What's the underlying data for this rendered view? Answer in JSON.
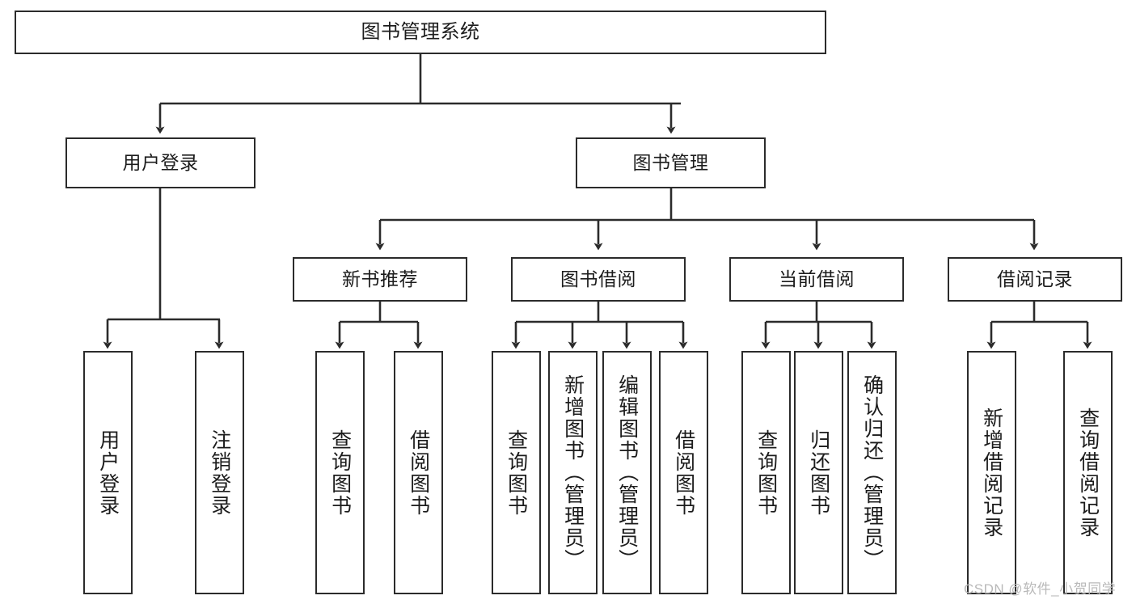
{
  "diagram": {
    "type": "tree",
    "title": "图书管理系统",
    "watermark": "CSDN @软件_小贺同学",
    "colors": {
      "box_border": "#2b2b2b",
      "box_fill": "#ffffff",
      "edge": "#2b2b2b",
      "text": "#1c1c1c",
      "watermark": "#b9b9b9",
      "background": "#ffffff"
    },
    "levels": {
      "root": {
        "label": "图书管理系统"
      },
      "level2": [
        {
          "label": "用户登录"
        },
        {
          "label": "图书管理"
        }
      ],
      "level3": [
        {
          "label": "新书推荐"
        },
        {
          "label": "图书借阅"
        },
        {
          "label": "当前借阅"
        },
        {
          "label": "借阅记录"
        }
      ],
      "leaves": {
        "user_login": [
          {
            "label": "用户登录"
          },
          {
            "label": "注销登录"
          }
        ],
        "new_book_recommend": [
          {
            "label": "查询图书"
          },
          {
            "label": "借阅图书"
          }
        ],
        "book_borrow": [
          {
            "label": "查询图书"
          },
          {
            "label": "新增图书（管理员）"
          },
          {
            "label": "编辑图书（管理员）"
          },
          {
            "label": "借阅图书"
          }
        ],
        "current_borrow": [
          {
            "label": "查询图书"
          },
          {
            "label": "归还图书"
          },
          {
            "label": "确认归还（管理员）"
          }
        ],
        "borrow_record": [
          {
            "label": "新增借阅记录"
          },
          {
            "label": "查询借阅记录"
          }
        ]
      }
    }
  }
}
